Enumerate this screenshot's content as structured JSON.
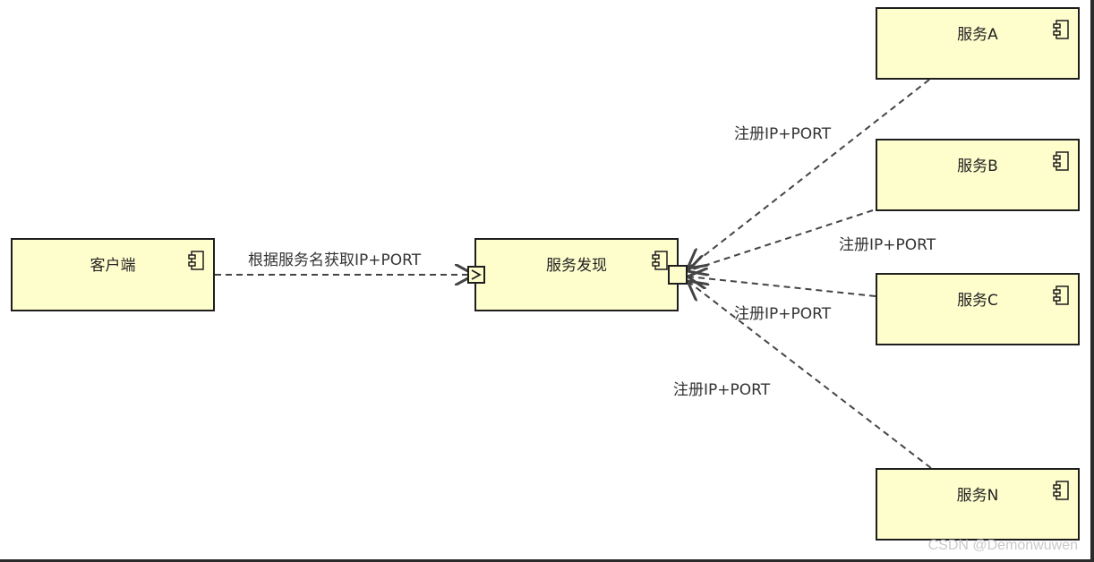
{
  "components": {
    "client": "客户端",
    "discovery": "服务发现",
    "service_a": "服务A",
    "service_b": "服务B",
    "service_c": "服务C",
    "service_n": "服务N"
  },
  "labels": {
    "lookup": "根据服务名获取IP+PORT",
    "register_a": "注册IP+PORT",
    "register_b": "注册IP+PORT",
    "register_c": "注册IP+PORT",
    "register_n": "注册IP+PORT"
  },
  "icons": {
    "component": "uml-component-icon",
    "required_port": "required-interface-port",
    "provided_port": "provided-interface-port"
  },
  "colors": {
    "component_fill": "#fefecd",
    "border": "#1e1e1e",
    "line": "#444444"
  },
  "watermark": "CSDN @Demonwuwen"
}
